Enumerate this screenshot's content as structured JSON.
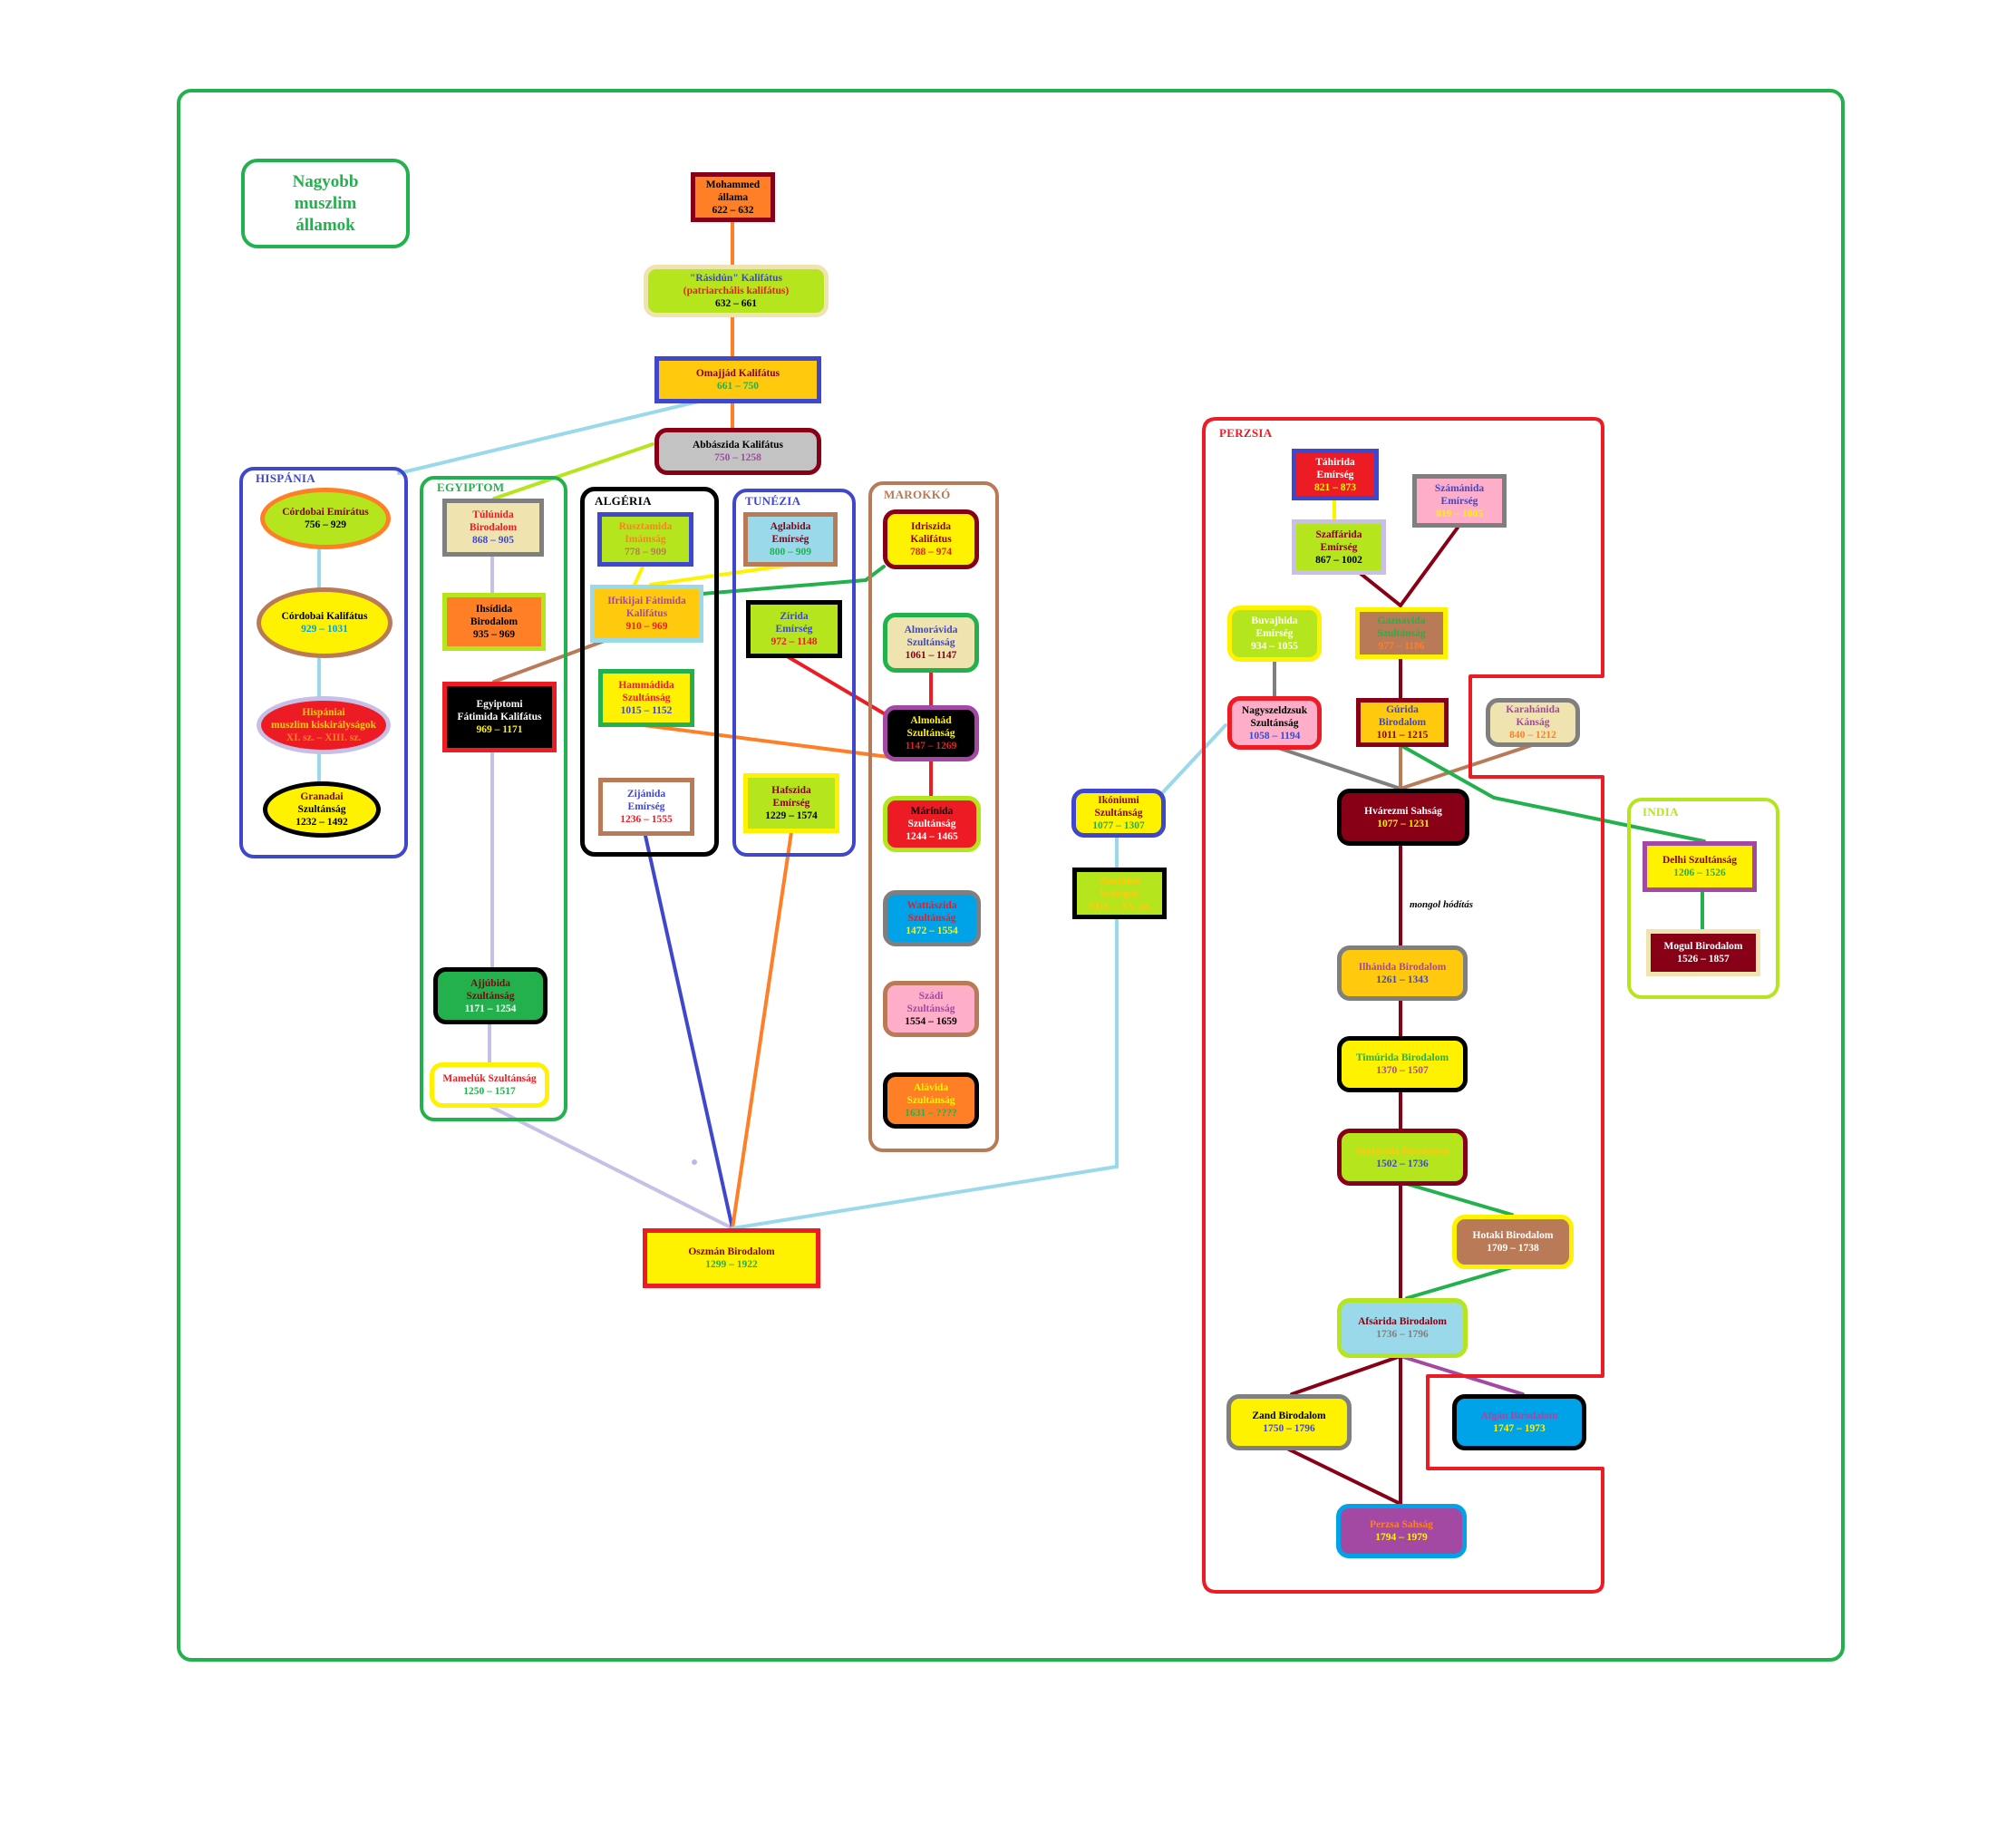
{
  "title": [
    "Nagyobb",
    "muszlim",
    "államok"
  ],
  "colors": {
    "frame": "#22b14c",
    "title": "#22b14c"
  },
  "regions": {
    "hispania": {
      "label": "HISPÁNIA",
      "color": "#3f48cc"
    },
    "egyiptom": {
      "label": "EGYIPTOM",
      "color": "#22b14c"
    },
    "algeria": {
      "label": "ALGÉRIA",
      "color": "#000000"
    },
    "tunezia": {
      "label": "TUNÉZIA",
      "color": "#3f48cc"
    },
    "marokko": {
      "label": "MAROKKÓ",
      "color": "#b97a57"
    },
    "perzsia": {
      "label": "PERZSIA",
      "color": "#ed1c24"
    },
    "india": {
      "label": "INDIA",
      "color": "#b5e61d"
    }
  },
  "nodes": {
    "mohammed": {
      "lines": [
        "Mohammed",
        "állama",
        "622 – 632"
      ],
      "colors": [
        "#000000",
        "#000000",
        "#000000"
      ],
      "fill": "#ff7f27",
      "border": "#880015"
    },
    "rasidun": {
      "lines": [
        "\"Rásidún\" Kalifátus",
        "(patriarchális kalifátus)",
        "632 – 661"
      ],
      "colors": [
        "#3f48cc",
        "#ed1c24",
        "#000000"
      ],
      "fill": "#b5e61d",
      "border": "#efe4b0"
    },
    "omajjad": {
      "lines": [
        "Omajjád Kalifátus",
        "661 – 750"
      ],
      "colors": [
        "#880015",
        "#22b14c"
      ],
      "fill": "#ffc90e",
      "border": "#3f48cc"
    },
    "abbaszida": {
      "lines": [
        "Abbászida Kalifátus",
        "750 – 1258"
      ],
      "colors": [
        "#000000",
        "#a349a4"
      ],
      "fill": "#c3c3c3",
      "border": "#880015"
    },
    "cordoba_emirat": {
      "lines": [
        "Córdobai Emírátus",
        "756 – 929"
      ],
      "colors": [
        "#880015",
        "#000000"
      ],
      "fill": "#b5e61d",
      "border": "#ff7f27"
    },
    "cordoba_kalifat": {
      "lines": [
        "Córdobai Kalifátus",
        "929 – 1031"
      ],
      "colors": [
        "#000000",
        "#00a2e8"
      ],
      "fill": "#fff200",
      "border": "#b97a57"
    },
    "hispaniai": {
      "lines": [
        "Hispániai",
        "muszlim kiskirályságok",
        "XI. sz. – XIII. sz."
      ],
      "colors": [
        "#ffc90e",
        "#ffc90e",
        "#ff7f27"
      ],
      "fill": "#ed1c24",
      "border": "#c8bfe7"
    },
    "granadai": {
      "lines": [
        "Granadai",
        "Szultánság",
        "1232 – 1492"
      ],
      "colors": [
        "#880015",
        "#000000",
        "#000000"
      ],
      "fill": "#fff200",
      "border": "#000000"
    },
    "tulunida": {
      "lines": [
        "Túlúnida",
        "Birodalom",
        "868 – 905"
      ],
      "colors": [
        "#ed1c24",
        "#ed1c24",
        "#3f48cc"
      ],
      "fill": "#efe4b0",
      "border": "#7f7f7f"
    },
    "ihsidida": {
      "lines": [
        "Ihsídida",
        "Birodalom",
        "935 – 969"
      ],
      "colors": [
        "#000000",
        "#000000",
        "#000000"
      ],
      "fill": "#ff7f27",
      "border": "#b5e61d"
    },
    "egyiptomi_fatimida": {
      "lines": [
        "Egyiptomi",
        "Fátimida Kalifátus",
        "969 – 1171"
      ],
      "colors": [
        "#ffffff",
        "#ffffff",
        "#fff200"
      ],
      "fill": "#000000",
      "border": "#ed1c24"
    },
    "ajjubida": {
      "lines": [
        "Ajjúbida",
        "Szultánság",
        "1171 – 1254"
      ],
      "colors": [
        "#880015",
        "#880015",
        "#ffffff"
      ],
      "fill": "#22b14c",
      "border": "#000000"
    },
    "mameluk": {
      "lines": [
        "Mamelúk Szultánság",
        "1250 – 1517"
      ],
      "colors": [
        "#ed1c24",
        "#22b14c"
      ],
      "fill": "#ffffff",
      "border": "#fff200"
    },
    "rusztamida": {
      "lines": [
        "Rusztamida",
        "Imámság",
        "778 – 909"
      ],
      "colors": [
        "#ff7f27",
        "#ff7f27",
        "#b97a57"
      ],
      "fill": "#b5e61d",
      "border": "#3f48cc"
    },
    "ifrikijai": {
      "lines": [
        "Ifrikijai Fátimida",
        "Kalifátus",
        "910 – 969"
      ],
      "colors": [
        "#a349a4",
        "#a349a4",
        "#ed1c24"
      ],
      "fill": "#ffc90e",
      "border": "#99d9ea"
    },
    "hammadida": {
      "lines": [
        "Hammádida",
        "Szultánság",
        "1015 – 1152"
      ],
      "colors": [
        "#ed1c24",
        "#ed1c24",
        "#3f48cc"
      ],
      "fill": "#fff200",
      "border": "#22b14c"
    },
    "zijanida": {
      "lines": [
        "Zijánida",
        "Emírség",
        "1236 – 1555"
      ],
      "colors": [
        "#3f48cc",
        "#3f48cc",
        "#ed1c24"
      ],
      "fill": "#ffffff",
      "border": "#b97a57"
    },
    "aglabida": {
      "lines": [
        "Aglabida",
        "Emírség",
        "800 – 909"
      ],
      "colors": [
        "#880015",
        "#880015",
        "#22b14c"
      ],
      "fill": "#99d9ea",
      "border": "#b97a57"
    },
    "zirida": {
      "lines": [
        "Zírida",
        "Emírség",
        "972 – 1148"
      ],
      "colors": [
        "#3f48cc",
        "#3f48cc",
        "#ed1c24"
      ],
      "fill": "#b5e61d",
      "border": "#000000"
    },
    "hafszida": {
      "lines": [
        "Hafszida",
        "Emírség",
        "1229 – 1574"
      ],
      "colors": [
        "#880015",
        "#880015",
        "#000000"
      ],
      "fill": "#b5e61d",
      "border": "#fff200"
    },
    "idriszida": {
      "lines": [
        "Idriszida",
        "Kalifátus",
        "788 – 974"
      ],
      "colors": [
        "#880015",
        "#880015",
        "#ed1c24"
      ],
      "fill": "#fff200",
      "border": "#880015"
    },
    "almoravida": {
      "lines": [
        "Almorávida",
        "Szultánság",
        "1061 – 1147"
      ],
      "colors": [
        "#3f48cc",
        "#3f48cc",
        "#880015"
      ],
      "fill": "#efe4b0",
      "border": "#22b14c"
    },
    "almohad": {
      "lines": [
        "Almohád",
        "Szultánság",
        "1147 – 1269"
      ],
      "colors": [
        "#fff200",
        "#fff200",
        "#ed1c24"
      ],
      "fill": "#000000",
      "border": "#a349a4"
    },
    "marinida": {
      "lines": [
        "Márínida",
        "Szultánság",
        "1244 – 1465"
      ],
      "colors": [
        "#000000",
        "#ffffff",
        "#ffffff"
      ],
      "fill": "#ed1c24",
      "border": "#b5e61d"
    },
    "wattaszida": {
      "lines": [
        "Wattászida",
        "Szultánság",
        "1472 – 1554"
      ],
      "colors": [
        "#ed1c24",
        "#ed1c24",
        "#fff200"
      ],
      "fill": "#00a2e8",
      "border": "#7f7f7f"
    },
    "szadi": {
      "lines": [
        "Szádi",
        "Szultánság",
        "1554 – 1659"
      ],
      "colors": [
        "#a349a4",
        "#a349a4",
        "#000000"
      ],
      "fill": "#ffaec9",
      "border": "#b97a57"
    },
    "alavida": {
      "lines": [
        "Alávida",
        "Szultánság",
        "1631 – ????"
      ],
      "colors": [
        "#fff200",
        "#fff200",
        "#22b14c"
      ],
      "fill": "#ff7f27",
      "border": "#000000"
    },
    "oszman": {
      "lines": [
        "Oszmán Birodalom",
        "1299 – 1922"
      ],
      "colors": [
        "#880015",
        "#22b14c"
      ],
      "fill": "#fff200",
      "border": "#ed1c24"
    },
    "ikoniumi": {
      "lines": [
        "Ikóniumi",
        "Szultánság",
        "1077 – 1307"
      ],
      "colors": [
        "#880015",
        "#880015",
        "#22b14c"
      ],
      "fill": "#fff200",
      "border": "#3f48cc"
    },
    "anatoliai": {
      "lines": [
        "Anatóliai",
        "bejségek",
        "XIII. – XV. sz."
      ],
      "colors": [
        "#ffc90e",
        "#ffc90e",
        "#ffc90e"
      ],
      "fill": "#b5e61d",
      "border": "#000000"
    },
    "tahirida": {
      "lines": [
        "Táhirida",
        "Emírség",
        "821 – 873"
      ],
      "colors": [
        "#ffffff",
        "#ffffff",
        "#fff200"
      ],
      "fill": "#ed1c24",
      "border": "#3f48cc"
    },
    "szamanida": {
      "lines": [
        "Számánida",
        "Emírség",
        "819 – 1005"
      ],
      "colors": [
        "#3f48cc",
        "#3f48cc",
        "#fff200"
      ],
      "fill": "#ffaec9",
      "border": "#7f7f7f"
    },
    "szaffarida": {
      "lines": [
        "Szaffárida",
        "Emírség",
        "867 – 1002"
      ],
      "colors": [
        "#880015",
        "#880015",
        "#000000"
      ],
      "fill": "#b5e61d",
      "border": "#c8bfe7"
    },
    "buvajhida": {
      "lines": [
        "Buvajhida",
        "Emírség",
        "934 – 1055"
      ],
      "colors": [
        "#ffffff",
        "#ffffff",
        "#ffffff"
      ],
      "fill": "#b5e61d",
      "border": "#fff200"
    },
    "gaznavida": {
      "lines": [
        "Gaznavida",
        "Szultánság",
        "977 – 1186"
      ],
      "colors": [
        "#22b14c",
        "#22b14c",
        "#ff7f27"
      ],
      "fill": "#b97a57",
      "border": "#fff200"
    },
    "nagyszeldzsuk": {
      "lines": [
        "Nagyszeldzsuk",
        "Szultánság",
        "1058 – 1194"
      ],
      "colors": [
        "#000000",
        "#000000",
        "#3f48cc"
      ],
      "fill": "#ffaec9",
      "border": "#ed1c24"
    },
    "gurida": {
      "lines": [
        "Gúrida",
        "Birodalom",
        "1011 – 1215"
      ],
      "colors": [
        "#3f48cc",
        "#3f48cc",
        "#880015"
      ],
      "fill": "#ffc90e",
      "border": "#880015"
    },
    "karahanida": {
      "lines": [
        "Karahánida",
        "Kánság",
        "840 – 1212"
      ],
      "colors": [
        "#a349a4",
        "#a349a4",
        "#ff7f27"
      ],
      "fill": "#efe4b0",
      "border": "#7f7f7f"
    },
    "hvarezmi": {
      "lines": [
        "Hvárezmi Sahság",
        "1077 – 1231"
      ],
      "colors": [
        "#ffffff",
        "#fff200"
      ],
      "fill": "#880015",
      "border": "#000000"
    },
    "ilhanida": {
      "lines": [
        "Ilhánida Birodalom",
        "1261 – 1343"
      ],
      "colors": [
        "#a349a4",
        "#3f48cc"
      ],
      "fill": "#ffc90e",
      "border": "#7f7f7f"
    },
    "timurida": {
      "lines": [
        "Timúrida Birodalom",
        "1370 – 1507"
      ],
      "colors": [
        "#22b14c",
        "#a349a4"
      ],
      "fill": "#fff200",
      "border": "#000000"
    },
    "szafavida": {
      "lines": [
        "Szafavida Birodalom",
        "1502 – 1736"
      ],
      "colors": [
        "#ffc90e",
        "#3f48cc"
      ],
      "fill": "#b5e61d",
      "border": "#880015"
    },
    "hotaki": {
      "lines": [
        "Hotaki Birodalom",
        "1709 – 1738"
      ],
      "colors": [
        "#ffffff",
        "#ffffff"
      ],
      "fill": "#b97a57",
      "border": "#fff200"
    },
    "afsarida": {
      "lines": [
        "Afsárida Birodalom",
        "1736 – 1796"
      ],
      "colors": [
        "#880015",
        "#7f7f7f"
      ],
      "fill": "#99d9ea",
      "border": "#b5e61d"
    },
    "zand": {
      "lines": [
        "Zand Birodalom",
        "1750 – 1796"
      ],
      "colors": [
        "#000000",
        "#3f48cc"
      ],
      "fill": "#fff200",
      "border": "#7f7f7f"
    },
    "afgan": {
      "lines": [
        "Afgán Birodalom",
        "1747 – 1973"
      ],
      "colors": [
        "#a349a4",
        "#fff200"
      ],
      "fill": "#00a2e8",
      "border": "#000000"
    },
    "perzsa": {
      "lines": [
        "Perzsa Sahság",
        "1794 – 1979"
      ],
      "colors": [
        "#ff7f27",
        "#fff200"
      ],
      "fill": "#a349a4",
      "border": "#00a2e8"
    },
    "delhi": {
      "lines": [
        "Delhi Szultánság",
        "1206 – 1526"
      ],
      "colors": [
        "#880015",
        "#22b14c"
      ],
      "fill": "#fff200",
      "border": "#a349a4"
    },
    "mogul": {
      "lines": [
        "Mogul Birodalom",
        "1526 – 1857"
      ],
      "colors": [
        "#ffffff",
        "#ffffff"
      ],
      "fill": "#880015",
      "border": "#efe4b0"
    }
  },
  "annotations": {
    "mongol": "mongol hódítás"
  }
}
